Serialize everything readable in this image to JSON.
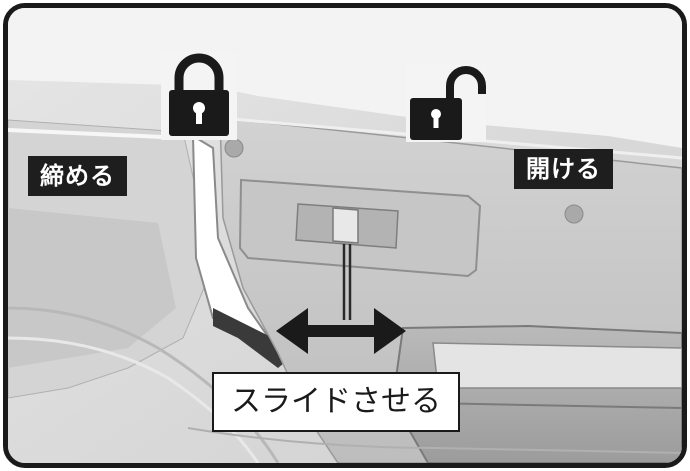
{
  "labels": {
    "lock": "締める",
    "unlock": "開ける",
    "slide": "スライドさせる"
  },
  "icons": {
    "lock": "lock-closed-icon",
    "unlock": "lock-open-icon",
    "arrow": "double-arrow-icon"
  },
  "colors": {
    "label_background": "#1e1e1e",
    "label_text": "#ffffff",
    "frame_border": "#1a1a1a",
    "panel_gray": "#d9d9d9"
  }
}
